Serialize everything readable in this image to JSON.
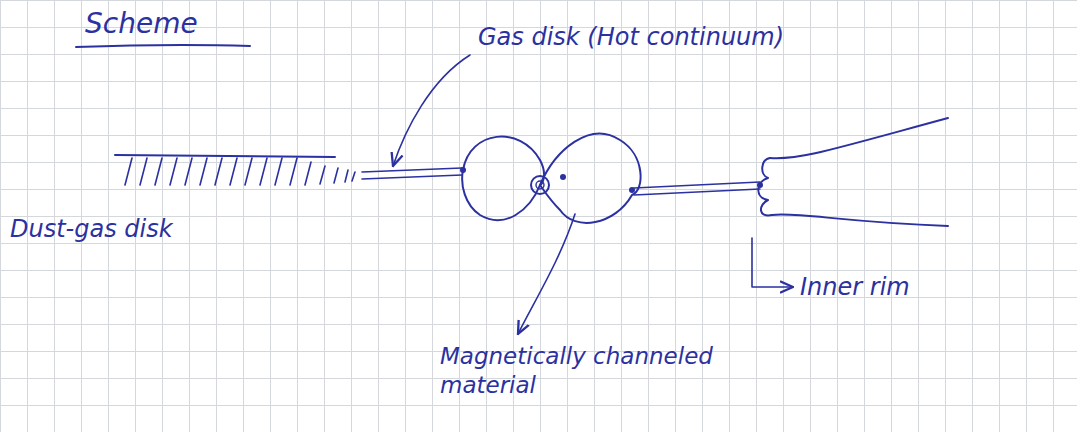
{
  "diagram": {
    "title": "Scheme",
    "labels": [
      "Gas disk (Hot continuum)",
      "Dust-gas disk",
      "Inner rim",
      "Magnetically channeled material"
    ]
  }
}
